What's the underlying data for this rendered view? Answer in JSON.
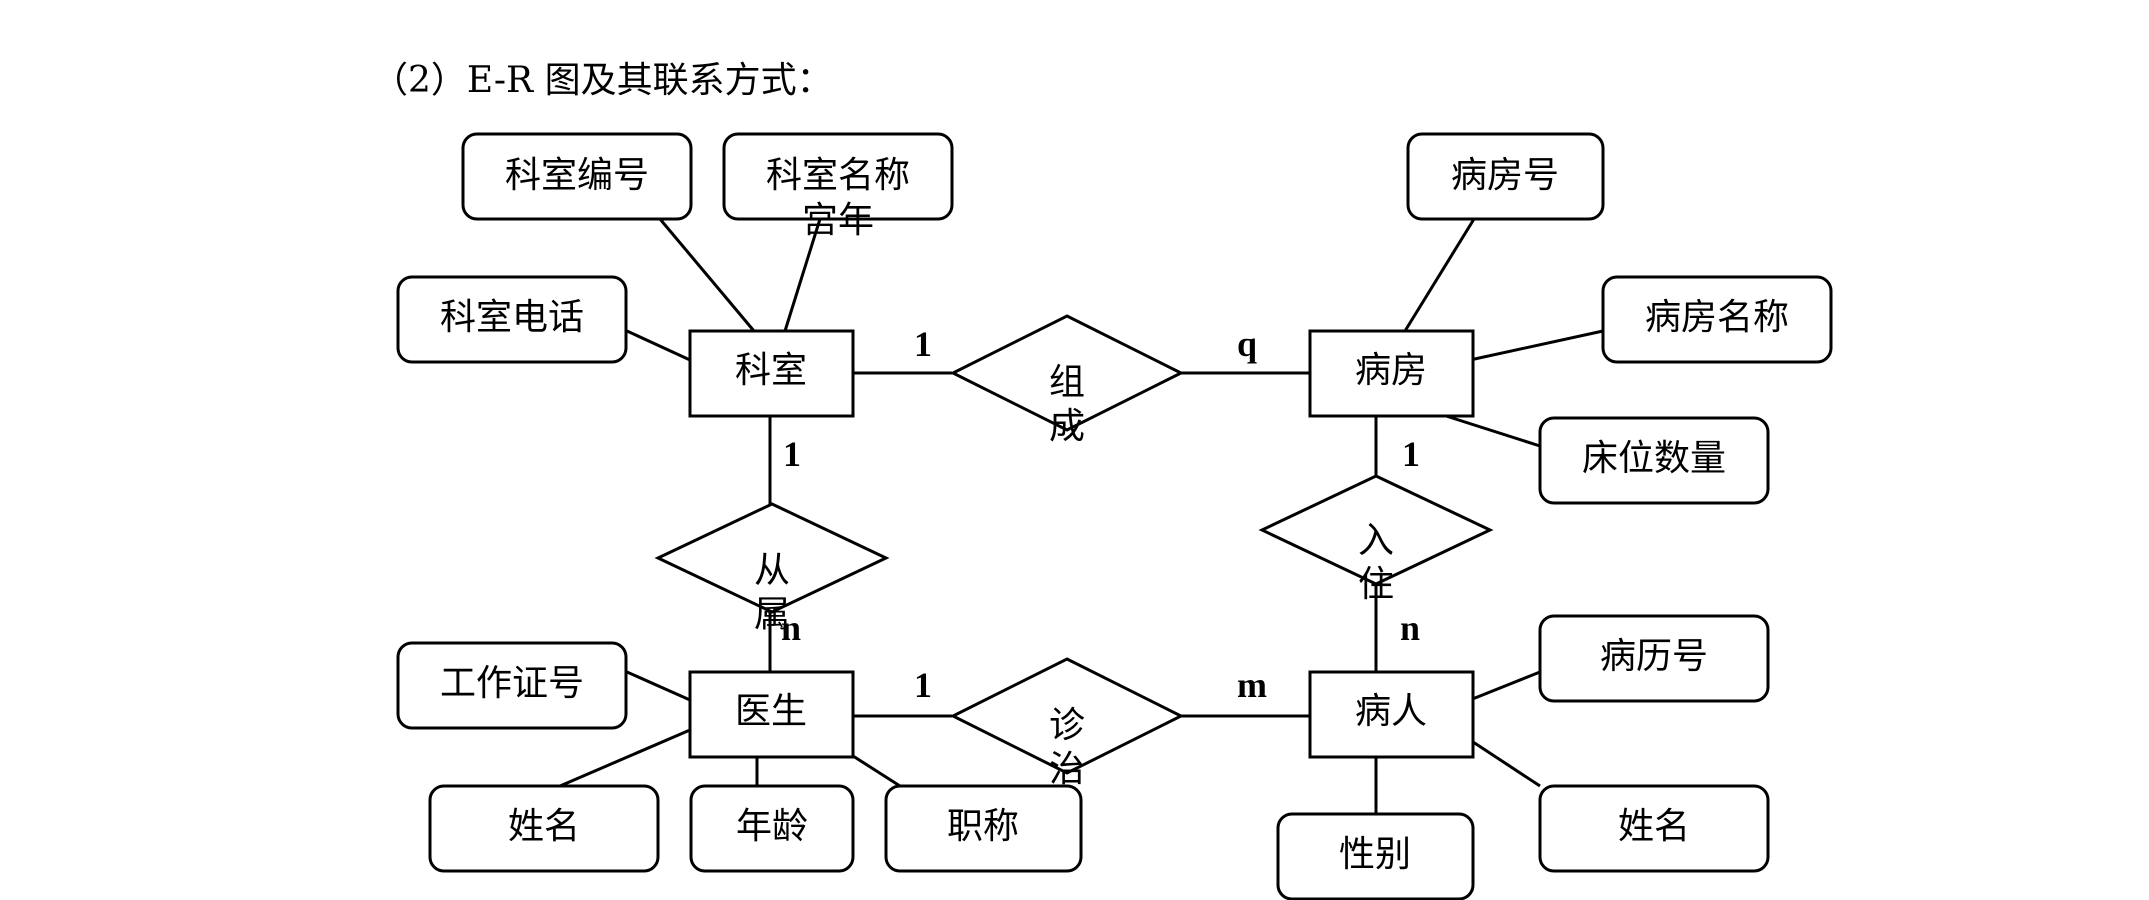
{
  "title": "（2）E-R 图及其联系方式：",
  "entities": {
    "keshi": "科室",
    "bingfang": "病房",
    "yisheng": "医生",
    "bingren": "病人"
  },
  "relationships": {
    "zucheng": [
      "组",
      "成"
    ],
    "congshu": [
      "从",
      "属"
    ],
    "ruzhu": [
      "入",
      "住"
    ],
    "zhenzhi": [
      "诊",
      "治"
    ]
  },
  "attributes": {
    "keshi_bianhao": "科室编号",
    "keshi_mingcheng": "科室名称",
    "keshi_dizhi": "宫年",
    "keshi_dianhua": "科室电话",
    "bingfang_hao": "病房号",
    "bingfang_mingcheng": "病房名称",
    "chuangwei_shuliang": "床位数量",
    "gongzuo_zhenghao": "工作证号",
    "yisheng_xingming": "姓名",
    "nianling": "年龄",
    "zhicheng": "职称",
    "bingli_hao": "病历号",
    "bingren_xingming": "姓名",
    "xingbie": "性别"
  },
  "cardinalities": {
    "keshi_zucheng": "1",
    "bingfang_zucheng": "q",
    "keshi_congshu": "1",
    "yisheng_congshu": "n",
    "bingfang_ruzhu": "1",
    "bingren_ruzhu": "n",
    "yisheng_zhenzhi": "1",
    "bingren_zhenzhi": "m"
  }
}
